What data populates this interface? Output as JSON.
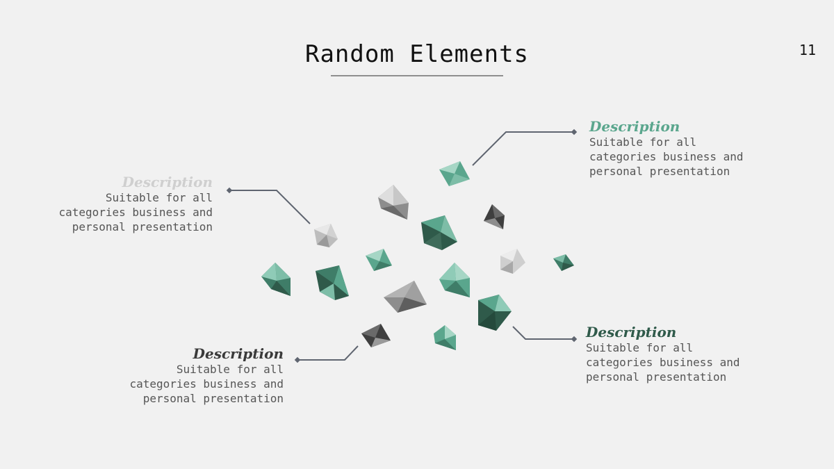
{
  "slide": {
    "title": "Random Elements",
    "page_number": "11"
  },
  "callouts": [
    {
      "heading": "Description",
      "heading_color": "#cfcfcf",
      "body": [
        "Suitable for all",
        "categories business and",
        "personal presentation"
      ]
    },
    {
      "heading": "Description",
      "heading_color": "#5aa68d",
      "body": [
        "Suitable for all",
        "categories business and",
        "personal presentation"
      ]
    },
    {
      "heading": "Description",
      "heading_color": "#3a3a3a",
      "body": [
        "Suitable for all",
        "categories business and",
        "personal presentation"
      ]
    },
    {
      "heading": "Description",
      "heading_color": "#2f5a4a",
      "body": [
        "Suitable for all",
        "categories business and",
        "personal presentation"
      ]
    }
  ],
  "colors": {
    "background": "#f1f1f1",
    "connector": "#5f6570",
    "gem_green_light": "#8fcbb7",
    "gem_green": "#5aa68d",
    "gem_green_dark": "#2f5a4a",
    "gem_gray_light": "#d9d9d9",
    "gem_gray": "#8d8d8d",
    "gem_gray_dark": "#3f3f3f"
  }
}
